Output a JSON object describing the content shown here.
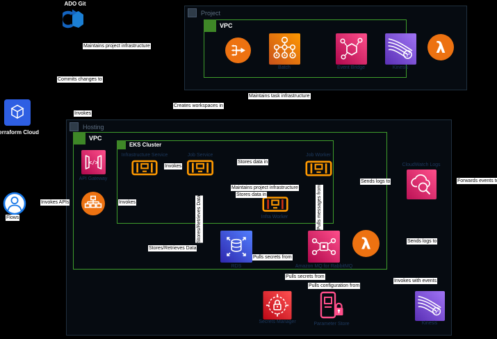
{
  "diagram": {
    "external": {
      "ado_git": "ADO Git",
      "terraform_cloud": "Terraform Cloud",
      "flows": "Flows"
    },
    "project": {
      "title": "Project",
      "vpc_title": "VPC",
      "nodes": {
        "batch": "Batch",
        "event_bridge": "Event Bridge",
        "kinesis": "Kinesis"
      }
    },
    "hosting": {
      "title": "Hosting",
      "vpc_title": "VPC",
      "eks_title": "EKS Cluster",
      "nodes": {
        "api_gateway": "API Gateway",
        "infrastructure_service": "Infrastructure Service",
        "job_service": "Job Service",
        "job_worker": "Job Worker",
        "infra_worker": "Infra Worker",
        "rds": "RDS",
        "amazon_mq": "Amazon MQ for RabbitMQ",
        "cloudwatch_logs": "CloudWatch Logs",
        "secrets_manager": "Secrets Manager",
        "parameter_store": "Parameter Store",
        "kinesis": "Kinesis"
      }
    },
    "edges": {
      "maintains_project_infrastructure": "Maintains project infrastructure",
      "commits_changes_to": "Commits changes to",
      "creates_workspaces_in": "Creates workspaces in",
      "maintains_task_infrastructure": "Maintains task infrastructure",
      "invokes": "Invokes",
      "invokes_apis": "Invokes APIs",
      "stores_data_in": "Stores data in",
      "sends_logs_to": "Sends logs to",
      "forwards_events_to": "Forwards events to",
      "stores_retrieves_data": "Stores/Retrieves Data",
      "pulls_messages_from": "Pulls messages from",
      "pulls_secrets_from": "Pulls secrets from",
      "pulls_configuration_from": "Pulls configuration from",
      "invokes_with_events": "Invokes with events"
    },
    "colors": {
      "background": "#000000",
      "container_fill": "#060b11",
      "container_border": "#20303f",
      "container_title": "#5d6f82",
      "vpc_green": "#3e8727",
      "vpc_border": "#3f9e2c",
      "aws_orange": "#ed7211",
      "aws_pink": "#e7157b",
      "aws_purple": "#8c4fff",
      "aws_blue": "#4053d6",
      "aws_red": "#dd344c",
      "ado_blue": "#1b7fd4",
      "terraform_blue": "#2e5fe3",
      "node_label": "#1e3a5f",
      "edge_label_bg": "#ffffff"
    }
  }
}
